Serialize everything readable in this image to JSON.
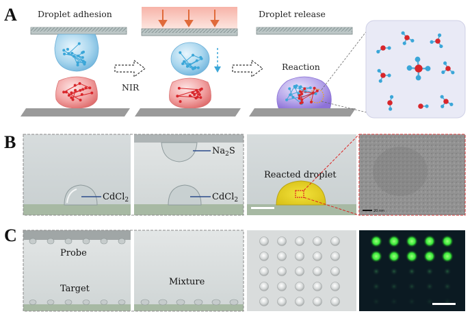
{
  "panels": {
    "A": {
      "letter": "A",
      "step1_title": "Droplet adhesion",
      "step2_arrow_label": "NIR",
      "step3_title": "Droplet release",
      "reaction_label": "Reaction"
    },
    "B": {
      "letter": "B",
      "img1_label": "CdCl",
      "img1_sub": "2",
      "img2_top_label": "Na",
      "img2_top_sub": "2",
      "img2_top_after": "S",
      "img2_bottom_label": "CdCl",
      "img2_bottom_sub": "2",
      "img3_label": "Reacted droplet",
      "img4_scale": "20 nm"
    },
    "C": {
      "letter": "C",
      "img1_top_label": "Probe",
      "img1_bottom_label": "Target",
      "img2_label": "Mixture"
    }
  },
  "colors": {
    "blue_molecule": "#3aa6d8",
    "red_molecule": "#d8262b",
    "plate_gray": "#9a9a9a",
    "nir_pink": "#f4a8a0",
    "arrow_orange": "#e06a3a",
    "green_spot": "#38e838"
  }
}
